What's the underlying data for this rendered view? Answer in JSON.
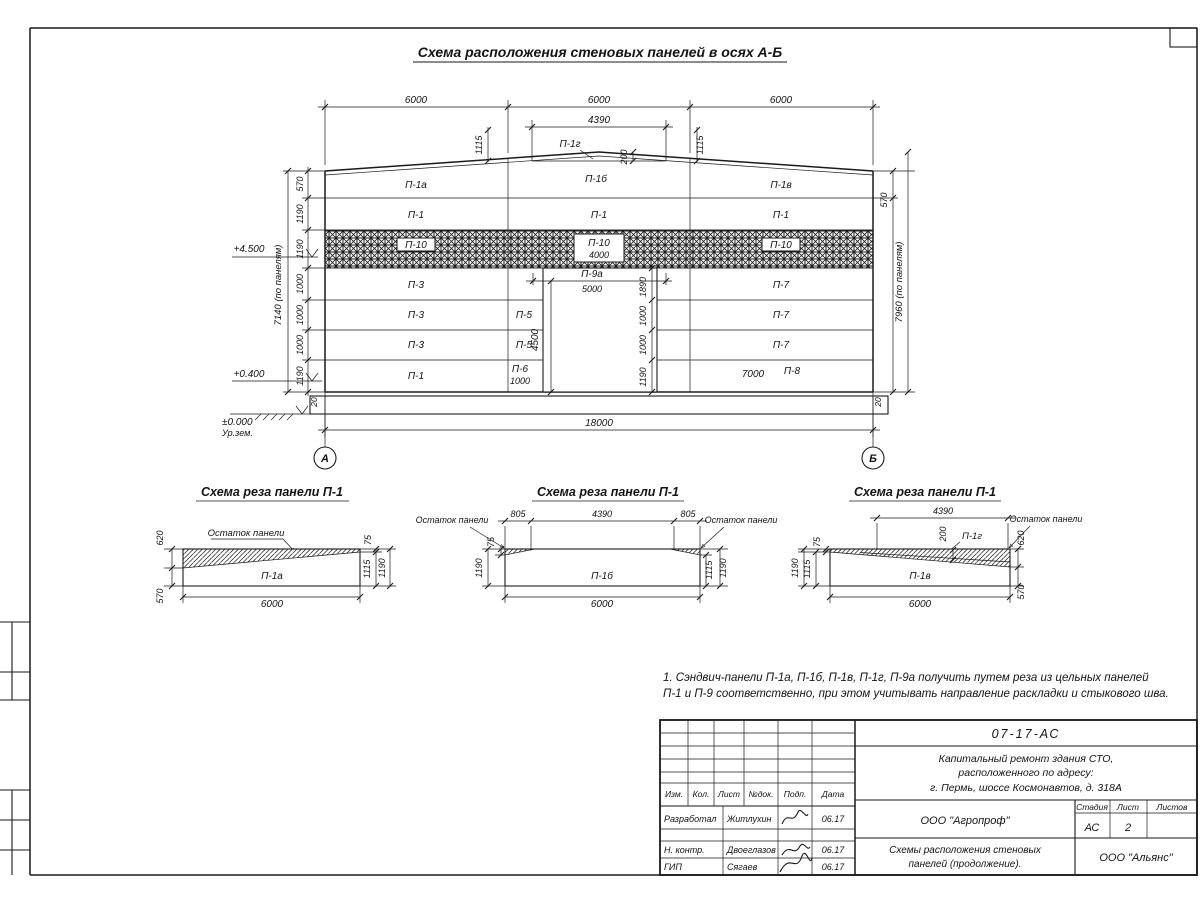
{
  "title": "Схема расположения стеновых панелей в осях А-Б",
  "el": {
    "top_dims": [
      "6000",
      "6000",
      "6000"
    ],
    "d4390": "4390",
    "d1115l": "1115",
    "d1115r": "1115",
    "d200": "200",
    "p1g": "П-1г",
    "left_chain": [
      "570",
      "1190",
      "1190",
      "1000",
      "1000",
      "1000",
      "1190"
    ],
    "left_total": "7140 (по панелям)",
    "right_570": "570",
    "right_total": "7960 (по панелям)",
    "door_chain": [
      "1890",
      "1000",
      "1000",
      "1190"
    ],
    "d4500": "4500",
    "m4500": "+4.500",
    "m0400": "+0.400",
    "m0000": "±0.000",
    "ground": "Ур.зем.",
    "d20l": "20",
    "d20r": "20",
    "d18000": "18000",
    "axis_a": "А",
    "axis_b": "Б",
    "row1": [
      "П-1а",
      "П-1б",
      "П-1в"
    ],
    "row2": [
      "П-1",
      "П-1",
      "П-1"
    ],
    "row3": [
      "П-10",
      "П-10",
      "П-10"
    ],
    "d4000": "4000",
    "row4_left": "П-3",
    "p9a": "П-9а",
    "d5000": "5000",
    "row4_right": "П-7",
    "row5": [
      "П-3",
      "П-5",
      "П-7"
    ],
    "row6": [
      "П-3",
      "П-5",
      "П-7"
    ],
    "row7_left": "П-1",
    "p6": "П-6",
    "p6_dim": "1000",
    "d7000": "7000",
    "p8": "П-8"
  },
  "cuts": [
    {
      "title": "Схема реза панели П-1",
      "rem": "Остаток панели",
      "panel": "П-1а",
      "d620": "620",
      "d570": "570",
      "d75": "75",
      "d1115": "1115",
      "d1190": "1190",
      "d6000": "6000"
    },
    {
      "title": "Схема реза панели П-1",
      "rem_left": "Остаток панели",
      "rem_right": "Остаток панели",
      "panel": "П-1б",
      "d805l": "805",
      "d4390": "4390",
      "d805r": "805",
      "d75": "75",
      "d1190l": "1190",
      "d1115": "1115",
      "d1190r": "1190",
      "d6000": "6000"
    },
    {
      "title": "Схема реза панели П-1",
      "rem": "Остаток панели",
      "panel": "П-1в",
      "p1g": "П-1г",
      "d4390": "4390",
      "d200": "200",
      "d75": "75",
      "d1115": "1115",
      "d1190": "1190",
      "d620": "620",
      "d570": "570",
      "d6000": "6000"
    }
  ],
  "note_lines": [
    "1. Сэндвич-панели П-1а, П-1б, П-1в, П-1г, П-9а получить путем реза из цельных панелей",
    "П-1 и П-9 соответственно, при этом учитывать направление раскладки и стыкового шва."
  ],
  "tb": {
    "doc_number": "07-17-АС",
    "project_lines": [
      "Капитальный ремонт здания СТО,",
      "расположенного по адресу:",
      "г. Пермь, шоссе Космонавтов, д. 318А"
    ],
    "rev_headers": [
      "Изм.",
      "Кол.",
      "Лист",
      "№док.",
      "Подп.",
      "Дата"
    ],
    "roles": [
      {
        "role": "Разработал",
        "name": "Житлухин",
        "date": "06.17"
      },
      {
        "role": "Н. контр.",
        "name": "Двоеглазов",
        "date": "06.17"
      },
      {
        "role": "ГИП",
        "name": "Сягаев",
        "date": "06.17"
      }
    ],
    "org1": "ООО \"Агропроф\"",
    "stage_headers": [
      "Стадия",
      "Лист",
      "Листов"
    ],
    "stage": "АС",
    "sheet": "2",
    "sheets_total": "",
    "sheet_title_lines": [
      "Схемы расположения стеновых",
      "панелей (продолжение)."
    ],
    "org2": "ООО \"Альянс\""
  }
}
